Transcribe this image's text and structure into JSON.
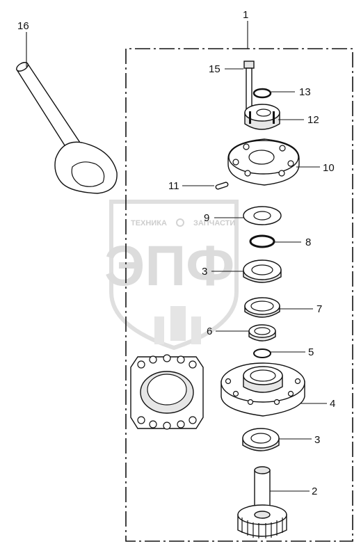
{
  "watermark": {
    "line1": "ТЕХНИКА",
    "line2": "ЗАПЧАСТИ",
    "big": "ЭПФ"
  },
  "labels": {
    "l1": "1",
    "l2": "2",
    "l3a": "3",
    "l3b": "3",
    "l4": "4",
    "l5": "5",
    "l6": "6",
    "l7": "7",
    "l8": "8",
    "l9": "9",
    "l10": "10",
    "l11": "11",
    "l12": "12",
    "l13": "13",
    "l15": "15",
    "l16": "16"
  }
}
